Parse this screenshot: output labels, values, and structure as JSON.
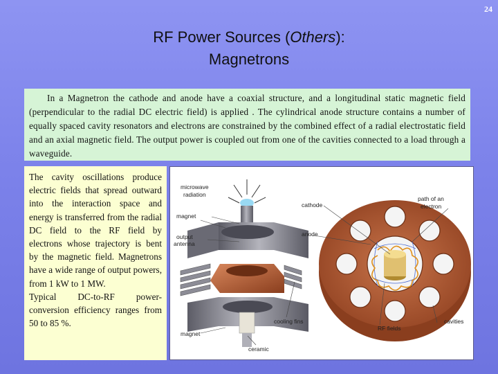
{
  "page_number": "24",
  "title": {
    "line1_pre": "RF Power Sources (",
    "line1_italic": "Others",
    "line1_post": "):",
    "line2": "Magnetrons"
  },
  "intro_text": "In a Magnetron the cathode and anode have a coaxial structure, and a longitudinal static magnetic field (perpendicular to the radial DC electric field) is applied . The cylindrical anode structure contains a number of equally spaced cavity resonators and electrons are constrained by the combined effect of a radial electrostatic field and an axial magnetic field. The output power is coupled out from one of the cavities connected to a load through a waveguide.",
  "side_text": {
    "paragraph1": "The cavity oscillations produce electric fields that spread outward into the interaction space and energy is transferred from the radial DC field to the RF field by electrons whose trajectory is bent by the magnetic field. Magnetrons have a wide range of output powers, from 1 kW to 1 MW.",
    "paragraph2": "Typical DC-to-RF power-conversion efficiency ranges from 50 to 85 %."
  },
  "figure_labels": {
    "microwave_radiation_1": "microwave",
    "microwave_radiation_2": "radiation",
    "magnet_top": "magnet",
    "output_antenna_1": "output",
    "output_antenna_2": "antenna",
    "cathode": "cathode",
    "anode": "anode",
    "path_1": "path of an",
    "path_2": "electron",
    "cooling_fins": "cooling fins",
    "magnet_bottom": "magnet",
    "ceramic": "ceramic",
    "rf_fields": "RF fields",
    "cavities": "cavities"
  },
  "colors": {
    "background": "#7c82ea",
    "intro_box": "#d6f4d6",
    "side_box": "#fcffd2",
    "copper": "#b8623a",
    "magnet_gray": "#8a8a92"
  }
}
